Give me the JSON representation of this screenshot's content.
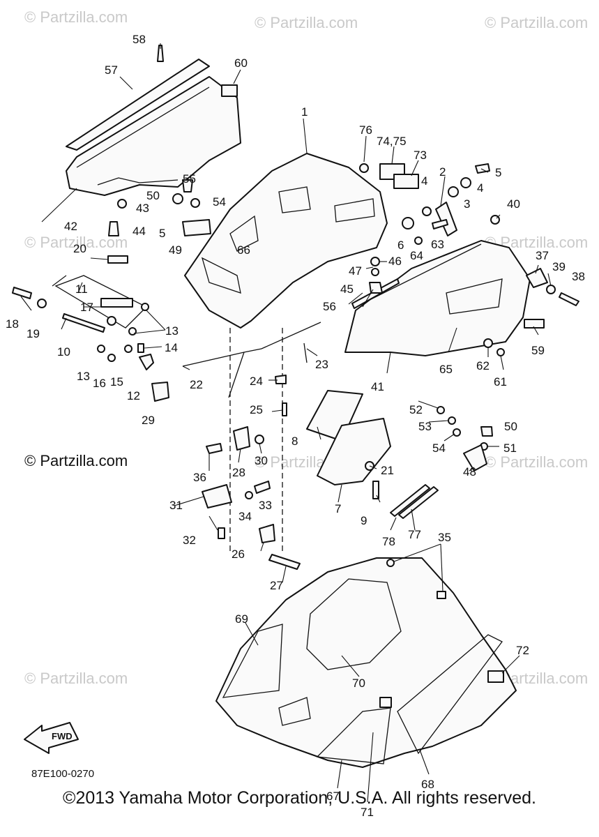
{
  "watermarks": {
    "text": "© Partzilla.com",
    "prominent": "© Partzilla.com"
  },
  "diagram_code": "87E100-0270",
  "fwd_label": "FWD",
  "copyright": "©2013  Yamaha Motor Corporation, U.S.A. All rights reserved.",
  "callouts": {
    "c1": "1",
    "c2": "2",
    "c3": "3",
    "c4a": "4",
    "c4b": "4",
    "c5a": "5",
    "c5b": "5",
    "c6": "6",
    "c7": "7",
    "c8": "8",
    "c9": "9",
    "c10": "10",
    "c11": "11",
    "c12": "12",
    "c13a": "13",
    "c13b": "13",
    "c14": "14",
    "c15": "15",
    "c16": "16",
    "c17": "17",
    "c18": "18",
    "c19": "19",
    "c20": "20",
    "c21": "21",
    "c22": "22",
    "c23": "23",
    "c24": "24",
    "c25": "25",
    "c26": "26",
    "c27": "27",
    "c28": "28",
    "c29": "29",
    "c30": "30",
    "c31": "31",
    "c32": "32",
    "c33": "33",
    "c34": "34",
    "c35": "35",
    "c36": "36",
    "c37": "37",
    "c38": "38",
    "c39": "39",
    "c40": "40",
    "c41": "41",
    "c42": "42",
    "c43": "43",
    "c44": "44",
    "c45": "45",
    "c46": "46",
    "c47": "47",
    "c48": "48",
    "c49": "49",
    "c50a": "50",
    "c50b": "50",
    "c51": "51",
    "c52": "52",
    "c53": "53",
    "c54a": "54",
    "c54b": "54",
    "c55": "55",
    "c56": "56",
    "c57": "57",
    "c58": "58",
    "c59": "59",
    "c60": "60",
    "c61": "61",
    "c62": "62",
    "c63": "63",
    "c64": "64",
    "c65": "65",
    "c66": "66",
    "c67": "67",
    "c68": "68",
    "c69": "69",
    "c70": "70",
    "c71": "71",
    "c72": "72",
    "c73": "73",
    "c7475": "74,75",
    "c76": "76",
    "c77": "77",
    "c78": "78"
  },
  "colors": {
    "line": "#111111",
    "watermark": "#c9c9c9",
    "background": "#ffffff"
  }
}
